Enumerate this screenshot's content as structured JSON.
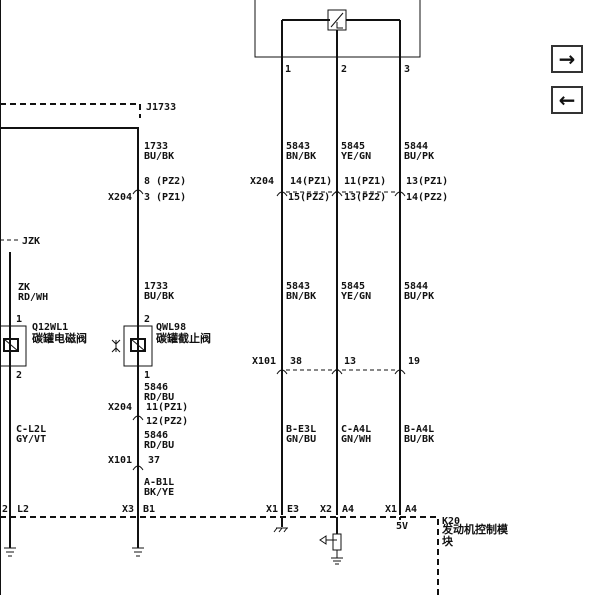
{
  "nav": {
    "forward_icon": "→",
    "back_icon": "←"
  },
  "diagram": {
    "top_pins": [
      "1",
      "2",
      "3"
    ],
    "connector_j1733": "J1733",
    "connector_jzk": "JZK",
    "left_wire": {
      "circuit_top": "ZK",
      "color_top": "RD/WH",
      "component_id": "Q12WL1",
      "component_name": "碳罐电磁阀",
      "pin1": "1",
      "pin2": "2",
      "circuit_bottom": "C-L2L",
      "color_bottom": "GY/VT",
      "ecm_pin": "L2",
      "ecm_pin_prefix": "2"
    },
    "col_1733": {
      "circuit_a": "1733",
      "color_a": "BU/BK",
      "x204_pin_a": "8 (PZ2)",
      "x204_label": "X204",
      "x204_pin_b": "3 (PZ1)",
      "circuit_b": "1733",
      "color_b": "BU/BK",
      "component_id": "QWL98",
      "component_name": "碳罐截止阀",
      "pin2": "2",
      "pin1": "1",
      "circuit_c": "5846",
      "color_c": "RD/BU",
      "x204_label_2": "X204",
      "x204_pin_c": "11(PZ1)",
      "x204_pin_d": "12(PZ2)",
      "circuit_d": "5846",
      "color_d": "RD/BU",
      "x101_label": "X101",
      "x101_pin": "37",
      "circuit_e": "A-B1L",
      "color_e": "BK/YE",
      "ecm_prefix": "X3",
      "ecm_pin": "B1"
    },
    "col_5843": {
      "circuit": "5843",
      "color": "BN/BK",
      "x204_label": "X204",
      "x204_pin_a": "14(PZ1)",
      "x204_pin_b": "15(PZ2)",
      "circuit_2": "5843",
      "color_2": "BN/BK",
      "x101_label": "X101",
      "x101_pin": "38",
      "circuit_3": "B-E3L",
      "color_3": "GN/BU",
      "ecm_prefix": "X1",
      "ecm_pin": "E3"
    },
    "col_5845": {
      "circuit": "5845",
      "color": "YE/GN",
      "x204_pin_a": "11(PZ1)",
      "x204_pin_b": "13(PZ2)",
      "circuit_2": "5845",
      "color_2": "YE/GN",
      "x101_pin": "13",
      "circuit_3": "C-A4L",
      "color_3": "GN/WH",
      "ecm_prefix": "X2",
      "ecm_pin": "A4"
    },
    "col_5844": {
      "circuit": "5844",
      "color": "BU/PK",
      "x204_pin_a": "13(PZ1)",
      "x204_pin_b": "14(PZ2)",
      "circuit_2": "5844",
      "color_2": "BU/PK",
      "x101_pin": "19",
      "circuit_3": "B-A4L",
      "color_3": "BU/BK",
      "ecm_prefix": "X1",
      "ecm_pin": "A4",
      "voltage": "5V"
    },
    "ecm": {
      "id": "K20",
      "name_line1": "发动机控制模",
      "name_line2": "块"
    }
  }
}
